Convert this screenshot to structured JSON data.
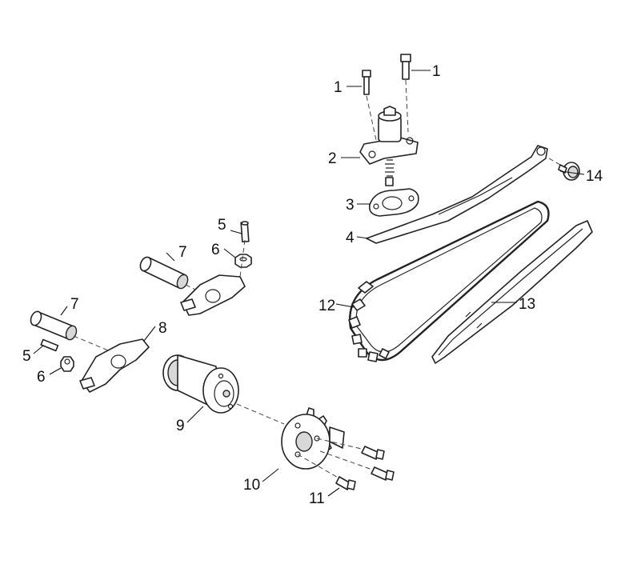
{
  "callouts": {
    "c1a": "1",
    "c1b": "1",
    "c2": "2",
    "c3": "3",
    "c4": "4",
    "c5a": "5",
    "c5b": "5",
    "c6a": "6",
    "c6b": "6",
    "c7a": "7",
    "c7b": "7",
    "c8": "8",
    "c9": "9",
    "c10": "10",
    "c11": "11",
    "c12": "12",
    "c13": "13",
    "c14": "14"
  }
}
